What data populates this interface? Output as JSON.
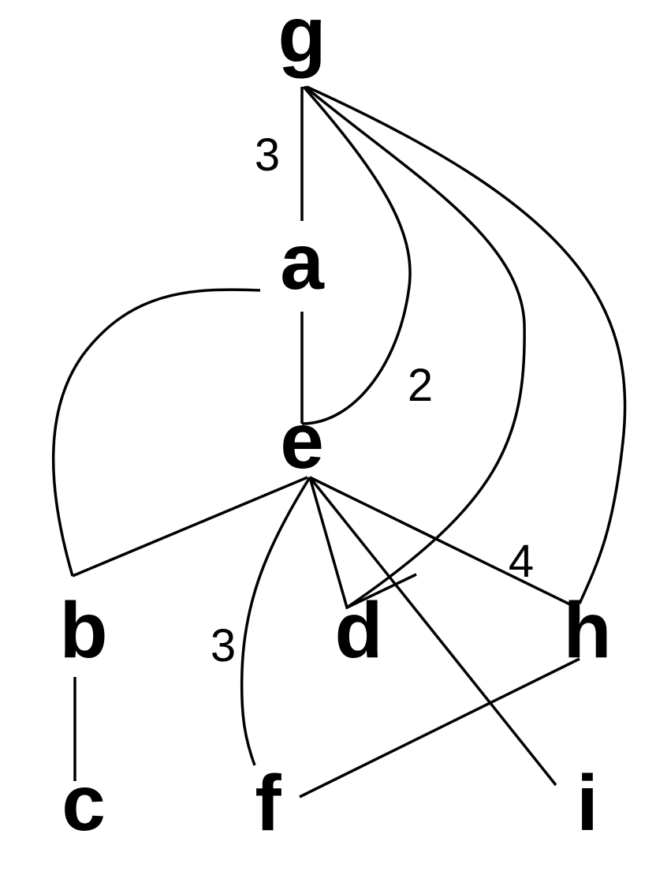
{
  "nodes": {
    "g": "g",
    "a": "a",
    "e": "e",
    "b": "b",
    "d": "d",
    "h": "h",
    "c": "c",
    "f": "f",
    "i": "i"
  },
  "weights": {
    "g_a": "3",
    "g_e": "2",
    "e_h": "4",
    "e_f": "3"
  }
}
